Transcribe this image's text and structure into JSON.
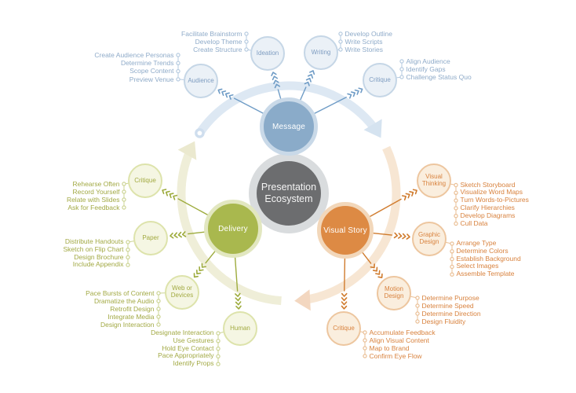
{
  "diagram_title": "Presentation Ecosystem",
  "hubs": {
    "message": {
      "label": "Message"
    },
    "visual_story": {
      "label": "Visual Story"
    },
    "delivery": {
      "label": "Delivery"
    }
  },
  "nodes": {
    "audience": {
      "label": "Audience",
      "items": [
        "Create Audience Personas",
        "Determine Trends",
        "Scope Content",
        "Preview Venue"
      ]
    },
    "ideation": {
      "label": "Ideation",
      "items": [
        "Facilitate Brainstorm",
        "Develop Theme",
        "Create Structure"
      ]
    },
    "writing": {
      "label": "Writing",
      "items": [
        "Develop Outline",
        "Write Scripts",
        "Write Stories"
      ]
    },
    "critique_message": {
      "label": "Critique",
      "items": [
        "Align Audience",
        "Identify Gaps",
        "Challenge Status Quo"
      ]
    },
    "visual_thinking": {
      "label": "Visual Thinking",
      "items": [
        "Sketch Storyboard",
        "Visualize Word Maps",
        "Turn Words-to-Pictures",
        "Clarify Hierarchies",
        "Develop Diagrams",
        "Cull Data"
      ]
    },
    "graphic_design": {
      "label": "Graphic Design",
      "items": [
        "Arrange Type",
        "Determine Colors",
        "Establish Background",
        "Select Images",
        "Assemble Template"
      ]
    },
    "motion_design": {
      "label": "Motion Design",
      "items": [
        "Determine Purpose",
        "Determine Speed",
        "Determine Direction",
        "Design Fluidity"
      ]
    },
    "critique_visual": {
      "label": "Critique",
      "items": [
        "Accumulate Feedback",
        "Align Visual Content",
        "Map to Brand",
        "Confirm Eye Flow"
      ]
    },
    "critique_delivery": {
      "label": "Critique",
      "items": [
        "Rehearse Often",
        "Record Yourself",
        "Relate with Slides",
        "Ask for Feedback"
      ]
    },
    "paper": {
      "label": "Paper",
      "items": [
        "Distribute Handouts",
        "Sketch on Flip Chart",
        "Design Brochure",
        "Include Appendix"
      ]
    },
    "web_devices": {
      "label": "Web or Devices",
      "items": [
        "Pace Bursts of Content",
        "Dramatize the Audio",
        "Retrofit Design",
        "Integrate Media",
        "Design Interaction"
      ]
    },
    "human": {
      "label": "Human",
      "items": [
        "Designate Interaction",
        "Use Gestures",
        "Hold Eye Contact",
        "Pace Appropriately",
        "Identify Props"
      ]
    }
  },
  "colors": {
    "message_accent": "#8aabc9",
    "visual_story_accent": "#dd8a44",
    "delivery_accent": "#a9b84e",
    "center_fill": "#6c6d6f"
  }
}
